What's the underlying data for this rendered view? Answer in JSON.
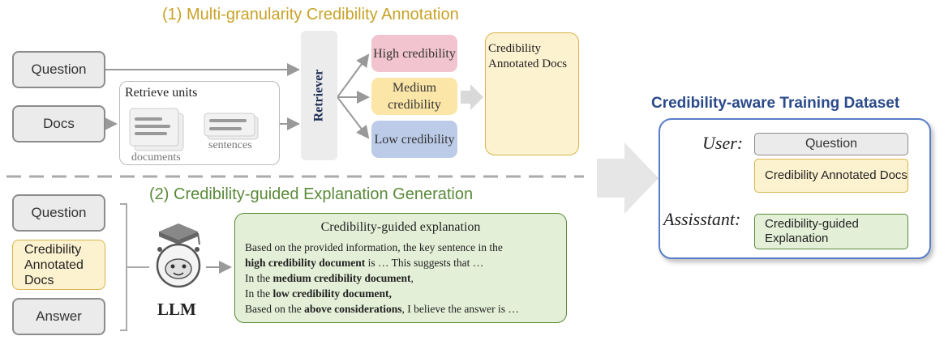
{
  "section1": {
    "title": "(1) Multi-granularity Credibility Annotation",
    "question": "Question",
    "docs": "Docs",
    "retrieve_units": "Retrieve units",
    "documents": "documents",
    "sentences": "sentences",
    "retriever": "Retriever",
    "high": "High credibility",
    "medium": "Medium credibility",
    "low": "Low credibility",
    "annotated_docs": "Credibility Annotated Docs"
  },
  "section2": {
    "title": "(2) Credibility-guided Explanation Generation",
    "question": "Question",
    "annotated_docs": "Credibility Annotated Docs",
    "answer": "Answer",
    "llm": "LLM",
    "explanation_title": "Credibility-guided explanation",
    "line1": "Based on the provided information, the key sentence in the",
    "line2_bold": "high credibility document",
    "line2_rest": " is … This suggests that …",
    "line3_pre": "In the ",
    "line3_bold": "medium credibility document",
    "line3_post": ",",
    "line4_pre": "In the ",
    "line4_bold": "low credibility document,",
    "line5_pre": "Based on the ",
    "line5_bold": "above considerations",
    "line5_post": ", I believe the answer is …"
  },
  "dataset": {
    "title": "Credibility-aware Training Dataset",
    "user_label": "User:",
    "assistant_label": "Assisstant:",
    "question": "Question",
    "annotated_docs": "Credibility Annotated Docs",
    "explanation": "Credibility-guided Explanation"
  },
  "colors": {
    "section1": "#c9a227",
    "section2": "#5a8a3a",
    "dataset_title": "#2b4a8a",
    "high": "#f2c4cf",
    "medium": "#fbe6a8",
    "low": "#bccbe8",
    "annotated": "#fdf2cf",
    "green": "#e3efd7"
  }
}
